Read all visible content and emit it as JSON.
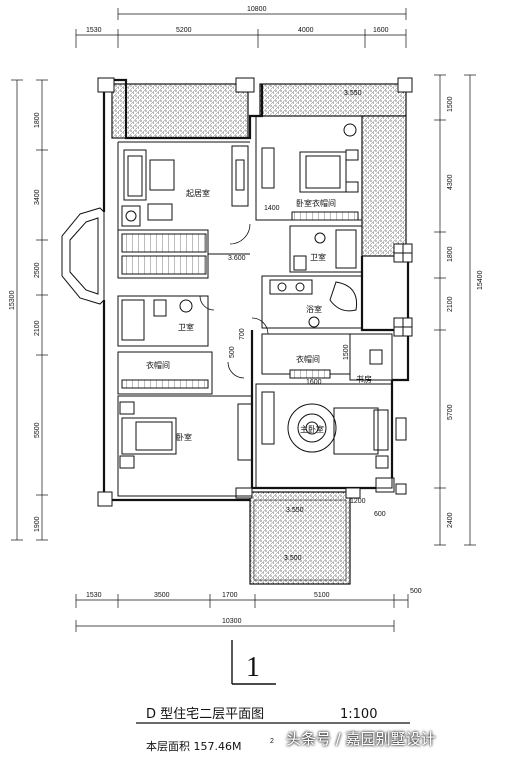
{
  "dims_top": {
    "total": "10800",
    "seg1": "1530",
    "seg2": "5200",
    "seg3": "4000",
    "seg4": "1600"
  },
  "dims_bottom": {
    "total": "10300",
    "seg1": "1530",
    "seg2": "3500",
    "seg3": "1700",
    "seg4": "5100",
    "seg5": "500"
  },
  "dims_left": {
    "total": "15300",
    "seg1": "1800",
    "seg2": "3400",
    "seg3": "2500",
    "seg4": "2100",
    "seg5": "5500",
    "seg6": "1900"
  },
  "dims_right": {
    "total": "15400",
    "seg1": "1500",
    "seg2": "4300",
    "seg3": "1800",
    "seg4": "2100",
    "seg5": "5700",
    "seg6": "2400"
  },
  "inner_dims": {
    "d1400": "1400",
    "d500": "500",
    "d700": "700",
    "d1500": "1500",
    "d1600": "1600",
    "d1200": "1200",
    "d600": "600"
  },
  "levels": {
    "top_right": "3.550",
    "stair": "3.600",
    "balcony": "3.550",
    "balcony_low": "3.500"
  },
  "rooms": {
    "family_hall": "起居室",
    "master_suite": "卧室衣帽间",
    "bath_top": "卫室",
    "bath_mid": "卫室",
    "dressing_left": "衣帽间",
    "bedroom_left": "卧室",
    "bathroom_right": "浴室",
    "closet_right": "衣帽间",
    "study": "书房",
    "master_bed": "主卧室"
  },
  "title": "D  型住宅二层平面图",
  "scale": "1:100",
  "floor_area": "本层面积 157.46M",
  "area_sup": "2",
  "section_mark": "1",
  "watermark": "头条号 / 嘉园别墅设计"
}
